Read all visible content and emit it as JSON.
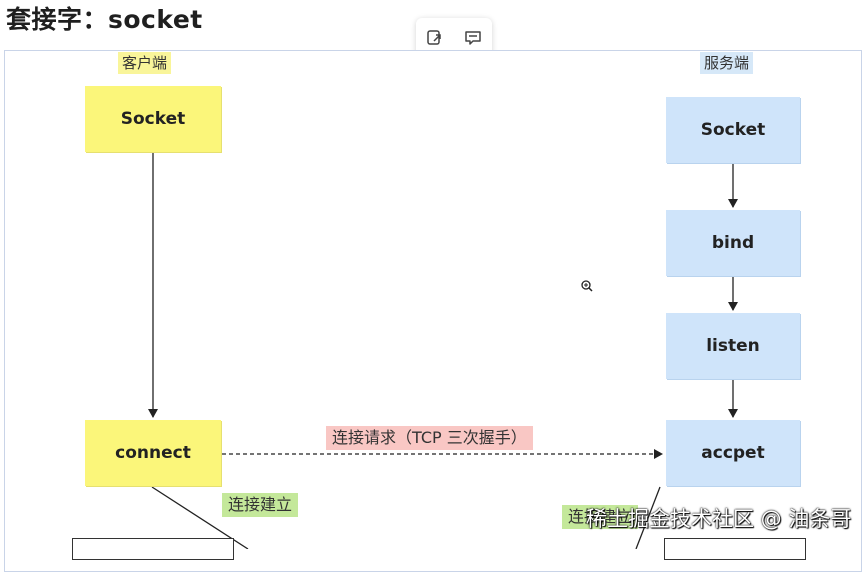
{
  "page": {
    "title": "套接字：socket"
  },
  "toolbar": {
    "buttons": [
      {
        "icon": "link-icon"
      },
      {
        "icon": "comment-icon"
      }
    ]
  },
  "diagram": {
    "client_label": "客户端",
    "server_label": "服务端",
    "client_nodes": {
      "socket": "Socket",
      "connect": "connect"
    },
    "server_nodes": {
      "socket": "Socket",
      "bind": "bind",
      "listen": "listen",
      "accept": "accpet"
    },
    "connect_request": "连接请求（TCP 三次握手）",
    "established_left": "连接建立",
    "established_right": "连接建立"
  },
  "watermark": "稀土掘金技术社区 @ 油条哥",
  "colors": {
    "client_node": "#fbf67a",
    "server_node": "#cfe4fa",
    "request_tag": "#f9c7c4",
    "established_tag": "#c4e89a"
  }
}
